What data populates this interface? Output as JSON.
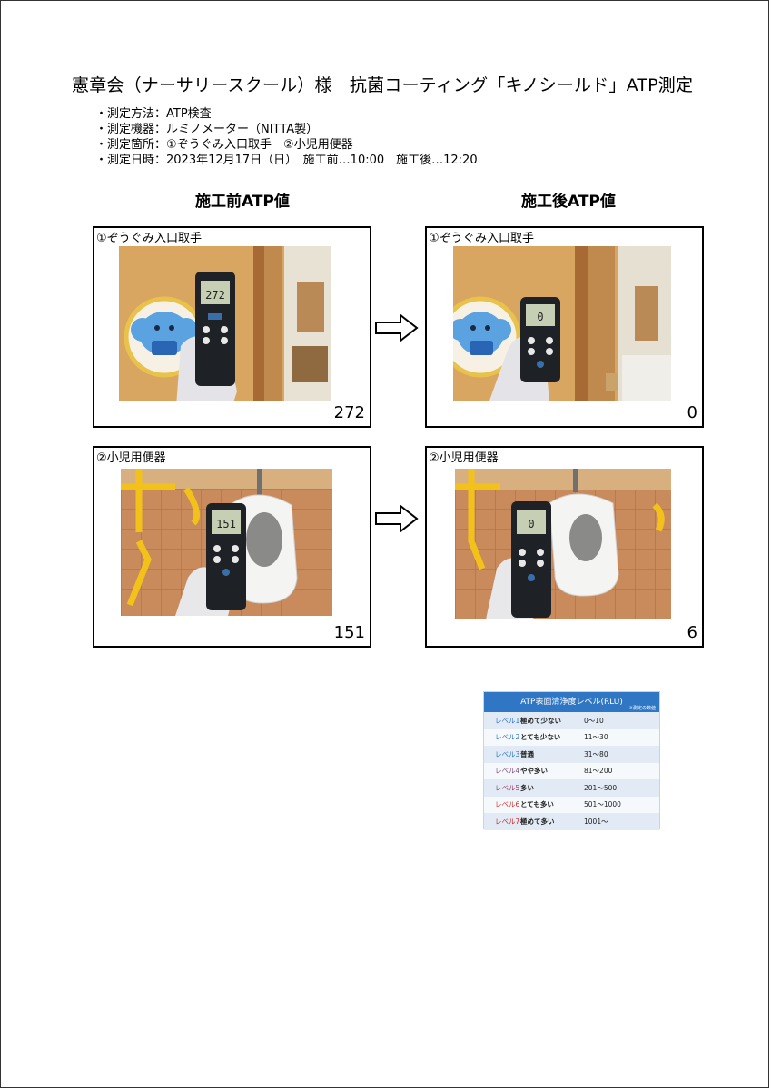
{
  "title": "憲章会（ナーサリースクール）様　抗菌コーティング「キノシールド」ATP測定",
  "meta": [
    "・測定方法：ATP検査",
    "・測定機器：ルミノメーター（NITTA製）",
    "・測定箇所：①ぞうぐみ入口取手　②小児用便器",
    "・測定日時：2023年12月17日（日）　施工前…10:00　施工後…12:20"
  ],
  "columns": {
    "before": "施工前ATP値",
    "after": "施工後ATP値"
  },
  "panels": {
    "before_1": {
      "label": "①ぞうぐみ入口取手",
      "value": "272",
      "display": "272"
    },
    "after_1": {
      "label": "①ぞうぐみ入口取手",
      "value": "0",
      "display": "0"
    },
    "before_2": {
      "label": "②小児用便器",
      "value": "151",
      "display": "151"
    },
    "after_2": {
      "label": "②小児用便器",
      "value": "6",
      "display": "0"
    }
  },
  "atp_table": {
    "title": "ATP表面清浄度レベル(RLU)",
    "note": "※測定の数値",
    "rows": [
      {
        "level": "レベル1",
        "desc": "極めて少ない",
        "range": "0～10",
        "color": "#2f76c4"
      },
      {
        "level": "レベル2",
        "desc": "とても少ない",
        "range": "11～30",
        "color": "#2f76c4"
      },
      {
        "level": "レベル3",
        "desc": "普通",
        "range": "31～80",
        "color": "#2f76c4"
      },
      {
        "level": "レベル4",
        "desc": "やや多い",
        "range": "81～200",
        "color": "#7a4a7a"
      },
      {
        "level": "レベル5",
        "desc": "多い",
        "range": "201～500",
        "color": "#a0386a"
      },
      {
        "level": "レベル6",
        "desc": "とても多い",
        "range": "501～1000",
        "color": "#c8342e"
      },
      {
        "level": "レベル7",
        "desc": "極めて多い",
        "range": "1001～",
        "color": "#d41e1e"
      }
    ]
  }
}
